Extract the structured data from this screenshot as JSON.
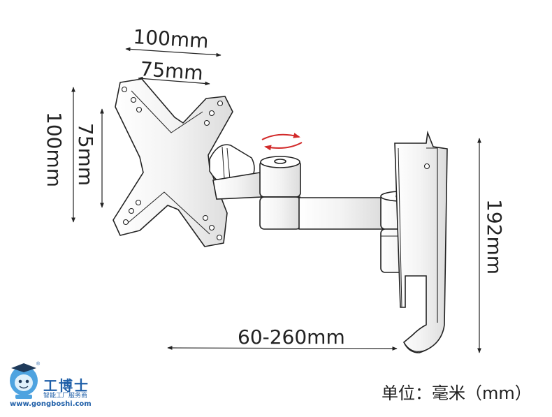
{
  "dimensions": {
    "plate_width_outer": "100mm",
    "plate_width_inner": "75mm",
    "plate_height_outer": "100mm",
    "plate_height_inner": "75mm",
    "arm_extension": "60-260mm",
    "bracket_height": "192mm"
  },
  "unit_label": "单位：毫米（mm）",
  "logo": {
    "name": "工博士",
    "subtitle": "智能工厂服务商",
    "url": "www.gongboshi.com",
    "registered": "®"
  },
  "colors": {
    "line": "#222222",
    "rotate_arrow": "#d22a2a",
    "brand": "#1f5fa8"
  }
}
